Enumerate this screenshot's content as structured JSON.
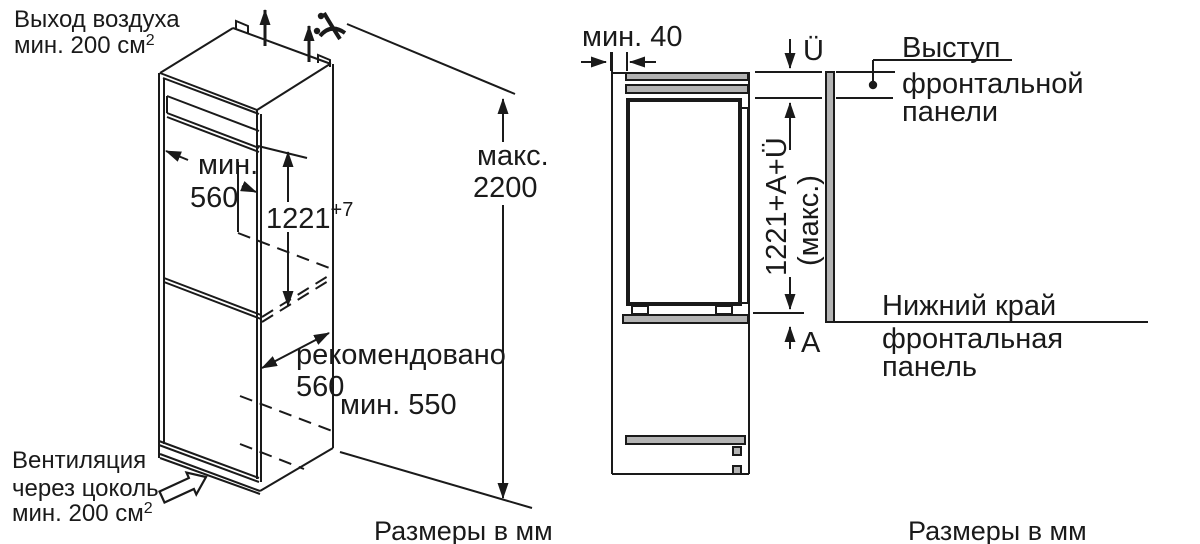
{
  "left_diagram": {
    "air_outlet": {
      "line1": "Выход воздуха",
      "line2": "мин. 200 см",
      "sup": "2"
    },
    "niche_width": {
      "line1": "мин.",
      "line2": "560"
    },
    "niche_height": {
      "value": "1221",
      "tolerance": "+7"
    },
    "max_height": {
      "line1": "макс.",
      "line2": "2200"
    },
    "depth": {
      "recommended_label": "рекомендовано",
      "recommended_value": "560",
      "min": "мин. 550"
    },
    "plinth_vent": {
      "line1": "Вентиляция",
      "line2": "через цоколь",
      "line3": "мин. 200 см",
      "sup": "2"
    },
    "caption": "Размеры в мм"
  },
  "right_diagram": {
    "top_gap": "мин. 40",
    "overhang": "Ü",
    "front_panel_overhang": {
      "line1": "Выступ",
      "line2": "фронтальной",
      "line3": "панели"
    },
    "total_height": {
      "line1": "1221+A+Ü",
      "line2": "(макс.)"
    },
    "bottom_gap": "A",
    "bottom_edge": {
      "line1": "Нижний край",
      "line2": "фронтальная",
      "line3": "панель"
    },
    "caption": "Размеры в мм"
  },
  "colors": {
    "line": "#1a1a1a",
    "panel_gray": "#b3b3b3",
    "background": "#ffffff"
  }
}
